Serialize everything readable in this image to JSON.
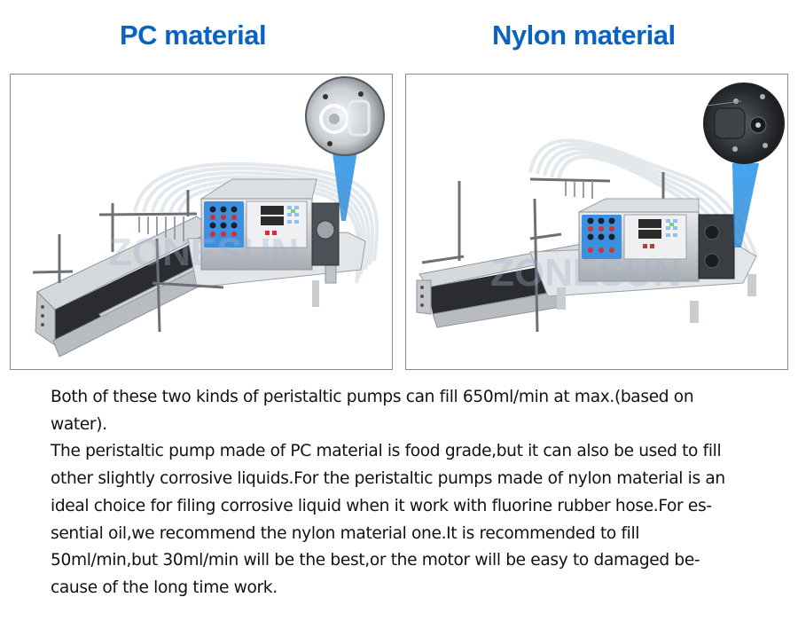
{
  "headings": {
    "left": "PC material",
    "right": "Nylon material"
  },
  "images": {
    "left": {
      "subject": "peristaltic pump filling machine with conveyor - PC (transparent) pump head",
      "inset": "zoom-in of transparent PC pump head",
      "watermark": "ZONESUN"
    },
    "right": {
      "subject": "peristaltic pump filling machine with conveyor - nylon (black) pump head",
      "inset": "zoom-in of black nylon pump head",
      "watermark": "ZONESUN"
    }
  },
  "description": {
    "lines": [
      "Both of these two kinds of peristaltic pumps can fill 650ml/min at max.(based on",
      "water).",
      "The peristaltic pump made of PC material is food grade,but it can also be used to fill",
      "other slightly corrosive liquids.For the peristaltic pumps made of nylon material is an",
      "ideal choice for filing corrosive liquid when it work with fluorine rubber hose.For es-",
      "sential oil,we recommend the nylon material one.It is recommended to fill",
      "50ml/min,but 30ml/min will be the best,or the motor will be easy to damaged be-",
      "cause of the long time work."
    ]
  },
  "colors": {
    "heading": "#0a63c0",
    "panel_border": "#8a8a8a",
    "body_text": "#111111",
    "beam": "#2a8fe0"
  }
}
